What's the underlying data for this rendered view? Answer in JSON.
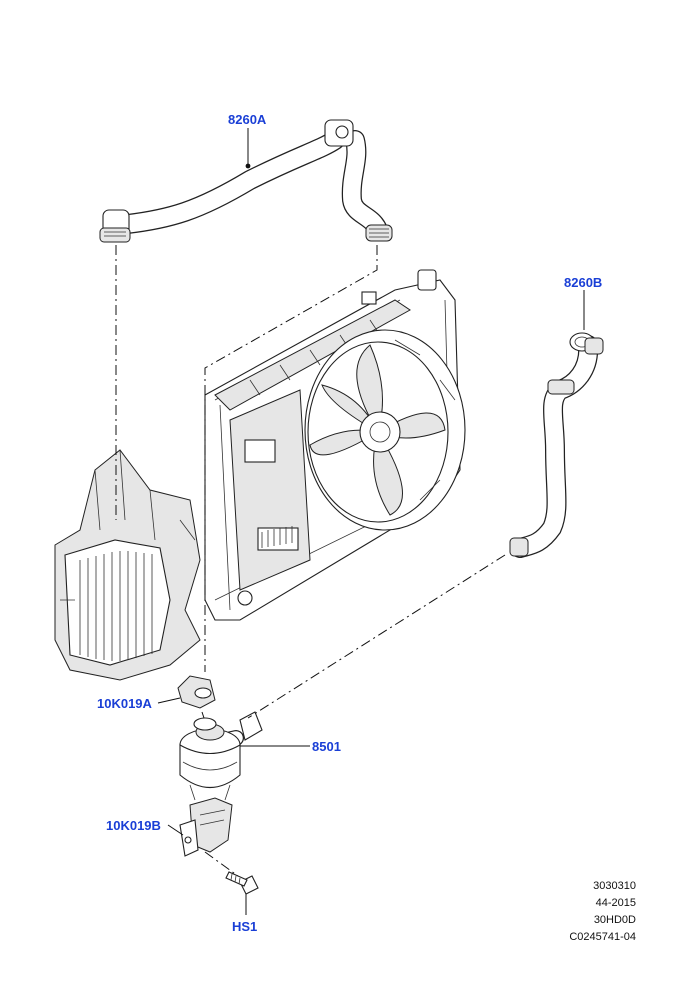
{
  "callouts": {
    "hose_upper": "8260A",
    "hose_right": "8260B",
    "bracket_upper": "10K019A",
    "pump": "8501",
    "bracket_lower": "10K019B",
    "bolt": "HS1"
  },
  "reference": {
    "line1": "3030310",
    "line2": "44-2015",
    "line3": "30HD0D",
    "line4": "C0245741-04"
  },
  "colors": {
    "callout": "#1a3fd6",
    "linework": "#222222"
  }
}
